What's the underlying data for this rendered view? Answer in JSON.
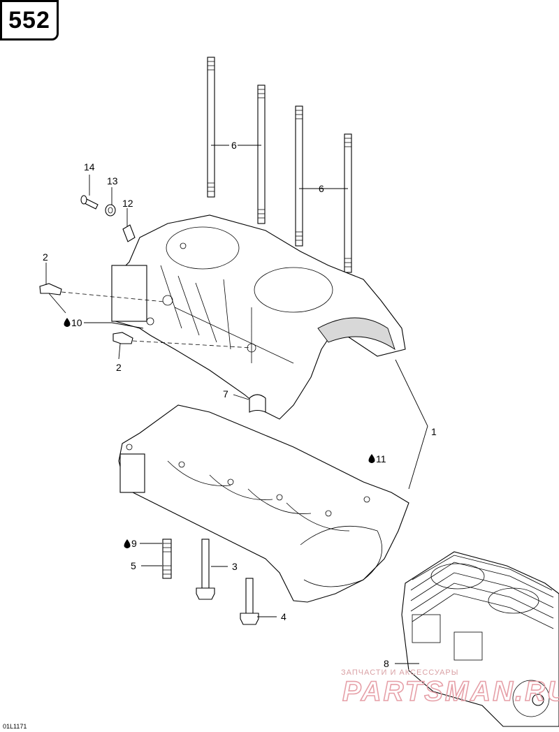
{
  "page_number": "552",
  "ref_code": "01L1171",
  "callouts": {
    "c1": "1",
    "c2a": "2",
    "c2b": "2",
    "c3": "3",
    "c4": "4",
    "c5": "5",
    "c6a": "6",
    "c6b": "6",
    "c7": "7",
    "c8": "8",
    "c9": "9",
    "c10": "10",
    "c11": "11",
    "c12": "12",
    "c13": "13",
    "c14": "14"
  },
  "watermark": {
    "small": "ЗАПЧАСТИ И АКСЕССУАРЫ",
    "big": "PARTSMAN.RU"
  },
  "icons": {
    "drop": "oil-drop-icon"
  }
}
